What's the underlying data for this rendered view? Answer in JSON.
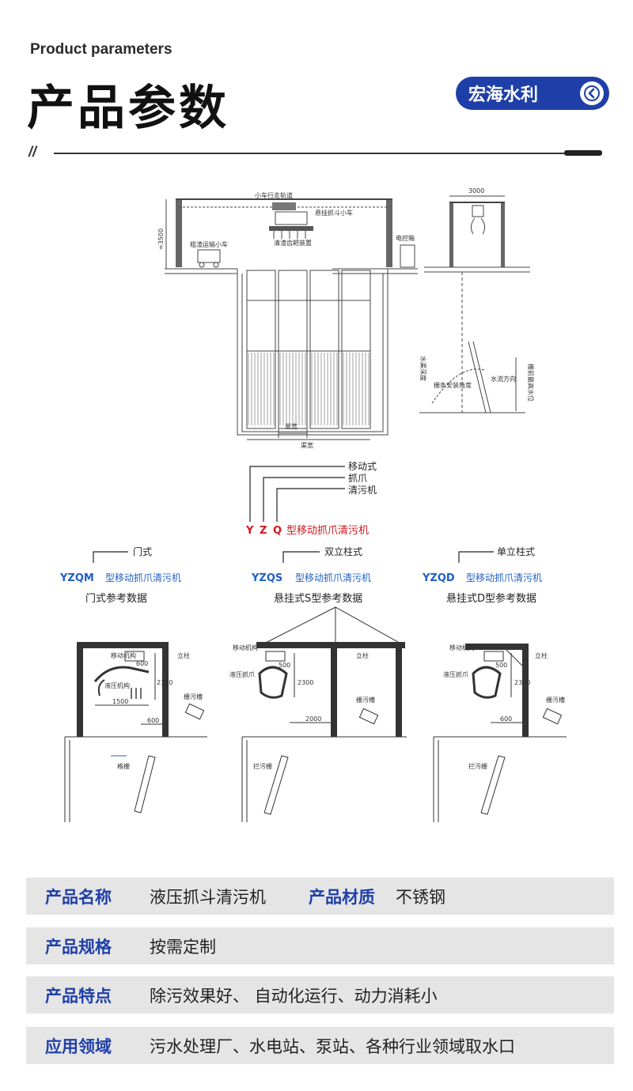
{
  "header": {
    "subtitle": "Product parameters",
    "title": "产品参数",
    "brand": "宏海水利",
    "brand_icon": "circle-arrow-left-icon"
  },
  "divider": {
    "mark": "//"
  },
  "colors": {
    "accent": "#1f3fa8",
    "model_red": "#d0161b",
    "model_blue": "#1f5fc8",
    "row_bg": "#e5e5e5"
  },
  "top_diagram": {
    "labels": {
      "trolley_rail": "小车行走轨道",
      "hoist_trolley": "悬挂抓斗小车",
      "grab_unit": "清渣齿耙装置",
      "dirt_cart": "粗渣运输小车",
      "control_box": "电控箱",
      "height": "≈3500",
      "width_top": "3000",
      "unit_width": "单宽",
      "channel_width": "渠宽",
      "channel_depth": "水渠深度",
      "install_angle": "栅条安装角度",
      "flow": "水流方向",
      "grid_height": "栅前最高水位"
    }
  },
  "model_legend": {
    "codes": [
      "Y",
      "Z",
      "Q"
    ],
    "meanings": [
      "移动式",
      "抓爪",
      "清污机"
    ],
    "name": "型移动抓爪清污机"
  },
  "variants": [
    {
      "type": "门式",
      "code": "YZQM",
      "name": "型移动抓爪清污机",
      "ref": "门式参考数据"
    },
    {
      "type": "双立柱式",
      "code": "YZQS",
      "name": "型移动抓爪清污机",
      "ref": "悬挂式S型参考数据"
    },
    {
      "type": "单立柱式",
      "code": "YZQD",
      "name": "型移动抓爪清污机",
      "ref": "悬挂式D型参考数据"
    }
  ],
  "bottom_diagrams": {
    "m": {
      "l1": "移动机构",
      "l2": "液压机构",
      "l3": "立柱",
      "l4": "栅污槽",
      "l5": "格栅",
      "d1": "600",
      "d2": "2300",
      "d3": "1500",
      "d4": "600"
    },
    "s": {
      "l1": "移动机构",
      "l2": "液压抓爪",
      "l3": "立柱",
      "l4": "栅污槽",
      "l5": "拦污栅",
      "d1": "500",
      "d2": "2300",
      "d3": "2000"
    },
    "d": {
      "l1": "移动机构",
      "l2": "液压抓爪",
      "l3": "立柱",
      "l4": "栅污槽",
      "l5": "拦污栅",
      "d1": "500",
      "d2": "2300",
      "d3": "600"
    }
  },
  "params": {
    "row1": {
      "label": "产品名称",
      "value": "液压抓斗清污机",
      "label2": "产品材质",
      "value2": "不锈钢"
    },
    "row2": {
      "label": "产品规格",
      "value": "按需定制"
    },
    "row3": {
      "label": "产品特点",
      "value": "除污效果好、 自动化运行、动力消耗小"
    },
    "row4": {
      "label": "应用领域",
      "value": "污水处理厂、水电站、泵站、各种行业领域取水口"
    }
  }
}
